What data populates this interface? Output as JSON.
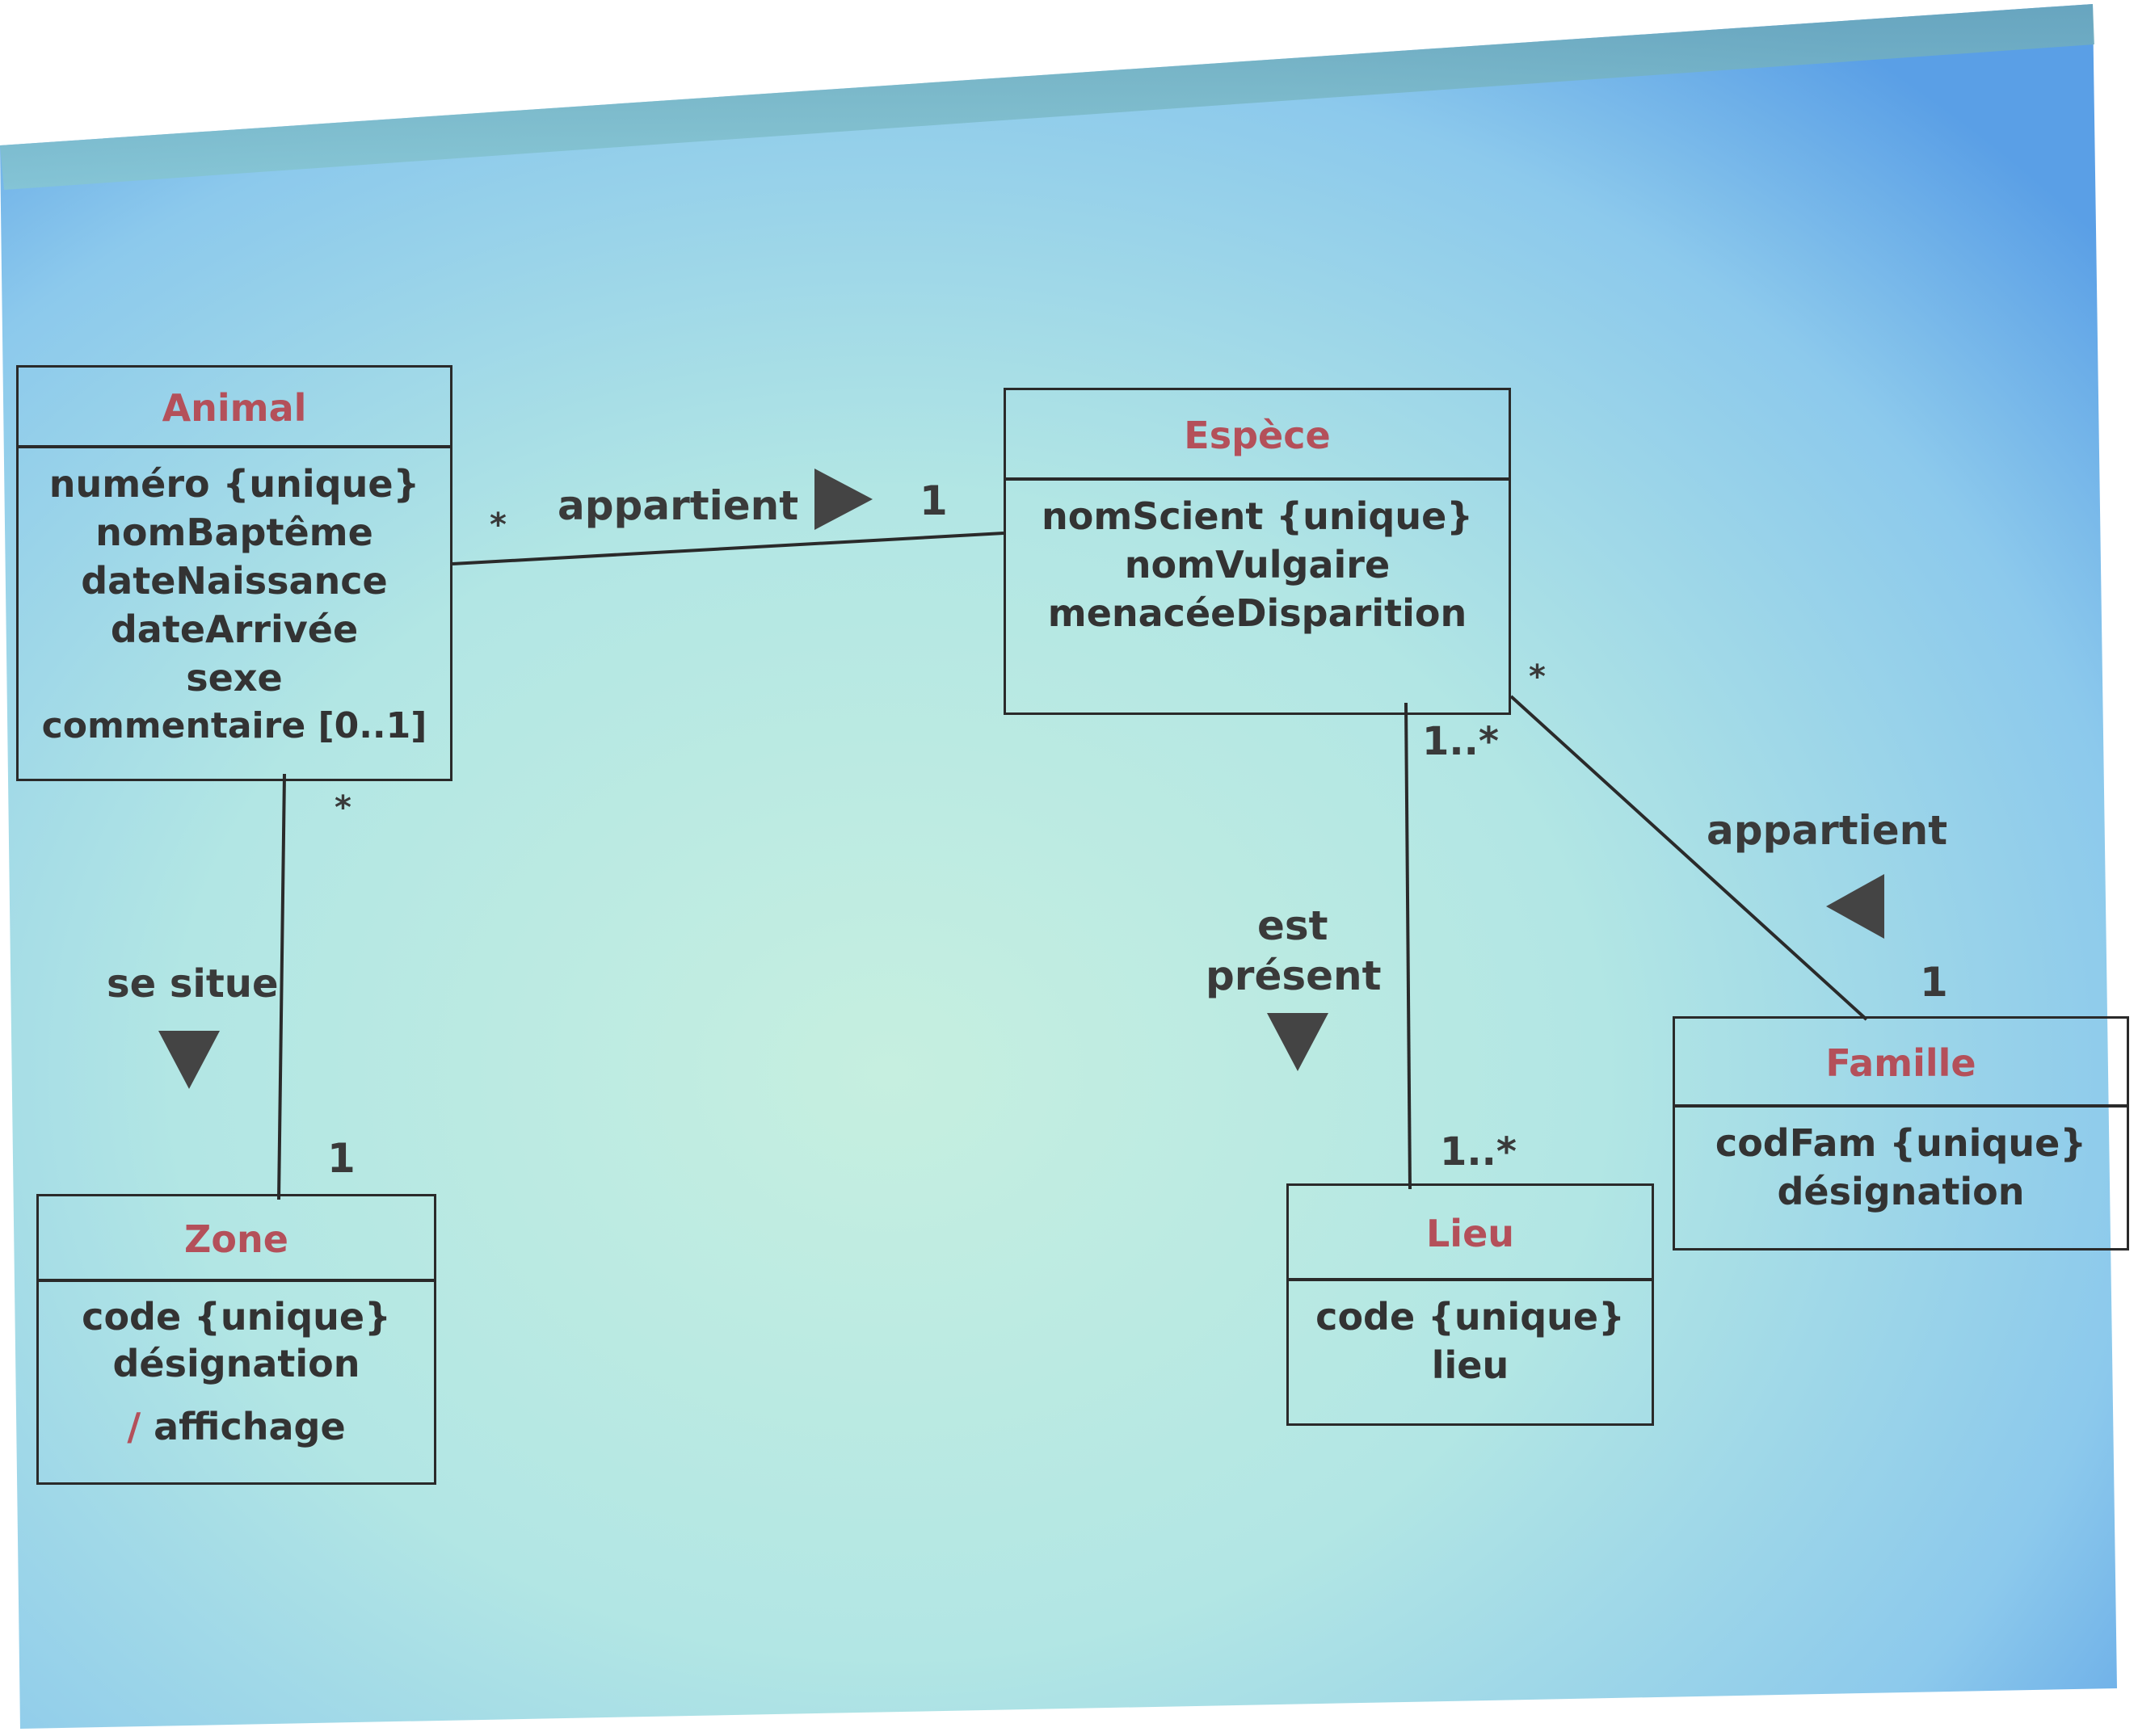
{
  "colors": {
    "class_name": "#b4505a",
    "text": "#333333",
    "line": "#2a2a2a",
    "screen_light": "#c2ecdf",
    "screen_blue": "#5ba3ea"
  },
  "classes": {
    "animal": {
      "name": "Animal",
      "attributes": [
        "numéro {unique}",
        "nomBaptême",
        "dateNaissance",
        "dateArrivée",
        "sexe",
        "commentaire [0..1]"
      ]
    },
    "espece": {
      "name": "Espèce",
      "attributes": [
        "nomScient {unique}",
        "nomVulgaire",
        "menacéeDisparition"
      ]
    },
    "zone": {
      "name": "Zone",
      "attributes": [
        "code {unique}",
        "désignation"
      ],
      "derived_marker": "/",
      "derived_attribute": "affichage"
    },
    "lieu": {
      "name": "Lieu",
      "attributes": [
        "code {unique}",
        "lieu"
      ]
    },
    "famille": {
      "name": "Famille",
      "attributes": [
        "codFam {unique}",
        "désignation"
      ]
    }
  },
  "associations": {
    "animal_espece": {
      "label": "appartient",
      "direction_icon": "triangle-right-icon",
      "mult_animal": "*",
      "mult_espece": "1"
    },
    "animal_zone": {
      "label": "se situe",
      "direction_icon": "triangle-down-icon",
      "mult_animal": "*",
      "mult_zone": "1"
    },
    "espece_lieu": {
      "label_line1": "est",
      "label_line2": "présent",
      "direction_icon": "triangle-down-icon",
      "mult_espece": "1..*",
      "mult_lieu": "1..*"
    },
    "espece_famille": {
      "label": "appartient",
      "direction_icon": "triangle-left-icon",
      "mult_espece": "*",
      "mult_famille": "1"
    }
  }
}
